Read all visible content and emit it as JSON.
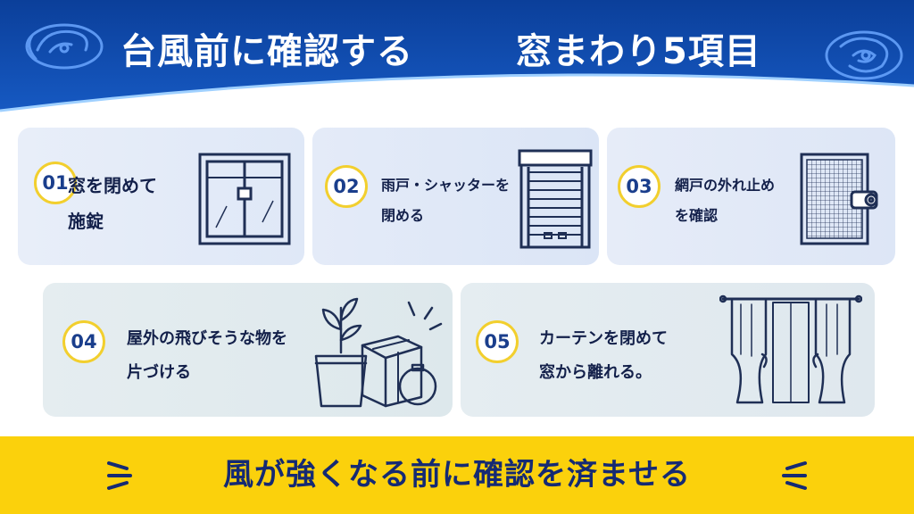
{
  "header": {
    "title_main": "台風前に確認する",
    "title_sub": "窓まわり5項目",
    "bg_color": "#0d47a1",
    "accent_color": "#ffffff"
  },
  "cards": [
    {
      "number": "01",
      "line1": "窓を閉めて",
      "line2": "施錠",
      "icon": "locked-window-icon"
    },
    {
      "number": "02",
      "line1": "雨戸・シャッターを",
      "line2": "閉める",
      "icon": "shutter-icon"
    },
    {
      "number": "03",
      "line1": "網戸の外れ止め",
      "line2": "を確認",
      "icon": "screen-door-icon"
    },
    {
      "number": "04",
      "line1": "屋外の飛びそうな物を",
      "line2": "片づける",
      "icon": "outdoor-items-icon"
    },
    {
      "number": "05",
      "line1": "カーテンを閉めて",
      "line2": "窓から離れる。",
      "icon": "curtain-icon"
    }
  ],
  "footer": {
    "text": "風が強くなる前に確認を済ませる",
    "bg_color": "#fbd10c",
    "text_color": "#152a73"
  },
  "colors": {
    "number_ring": "#f2cf2e",
    "number_text": "#1a3e8c",
    "card_bg": "#e8eef8",
    "line_art": "#1f2f55"
  }
}
